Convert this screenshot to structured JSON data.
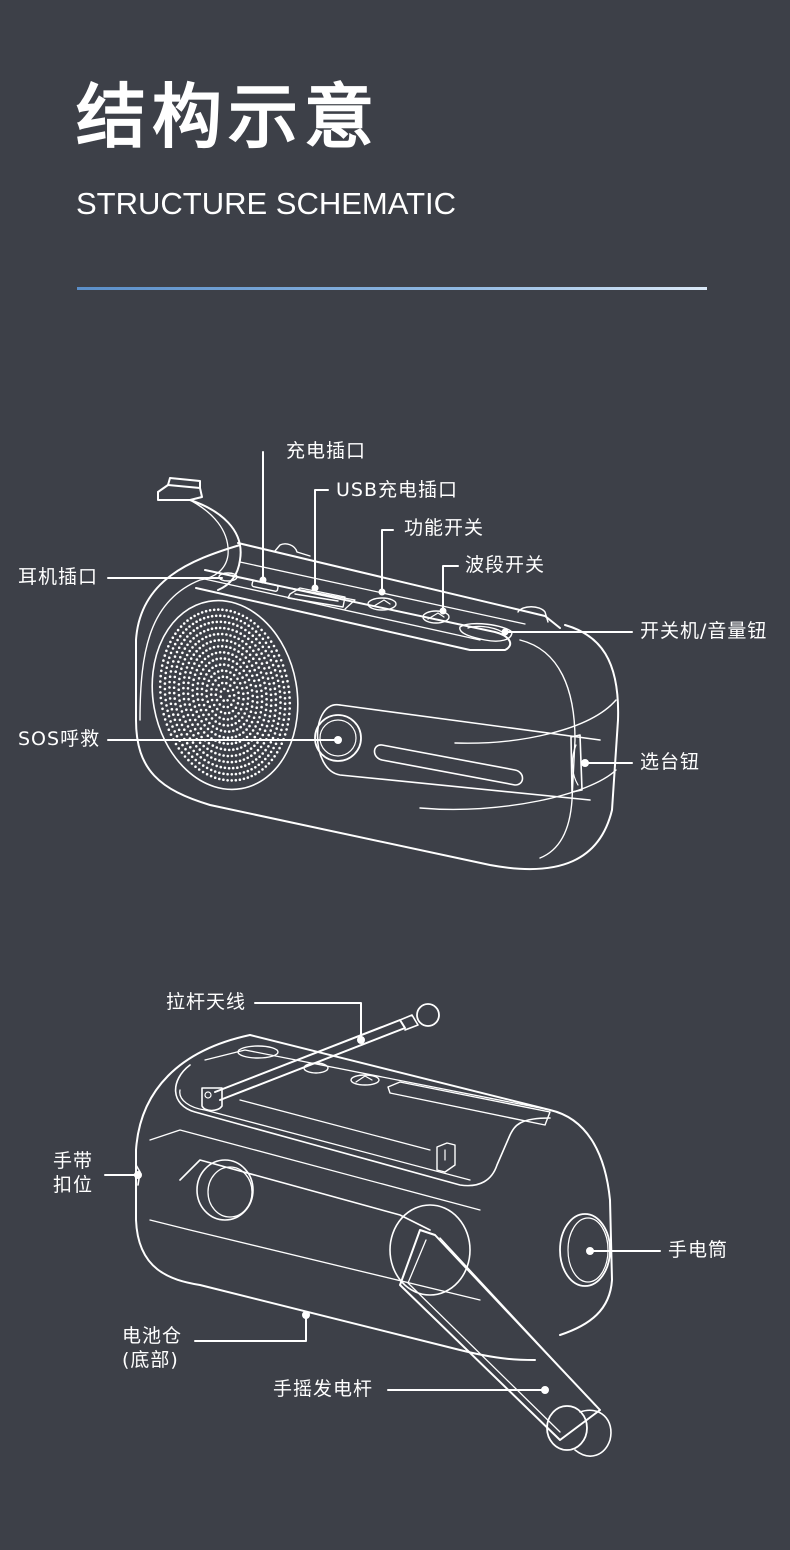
{
  "header": {
    "title_cn": "结构示意",
    "title_en": "STRUCTURE SCHEMATIC",
    "rule_gradient": [
      "#5b8fc9",
      "#dbe9f7"
    ]
  },
  "colors": {
    "background": "#3d4048",
    "line": "#ffffff"
  },
  "diagram_front": {
    "labels": {
      "charging_port": "充电插口",
      "usb_charging_port": "USB充电插口",
      "function_switch": "功能开关",
      "band_switch": "波段开关",
      "headphone_jack": "耳机插口",
      "power_volume_knob": "开关机/音量钮",
      "sos_call": "SOS呼救",
      "tuning_knob": "选台钮"
    }
  },
  "diagram_back": {
    "labels": {
      "telescopic_antenna": "拉杆天线",
      "strap_loop_line1": "手带",
      "strap_loop_line2": "扣位",
      "flashlight": "手电筒",
      "battery_compartment_line1": "电池仓",
      "battery_compartment_line2": "(底部)",
      "hand_crank": "手摇发电杆"
    }
  }
}
